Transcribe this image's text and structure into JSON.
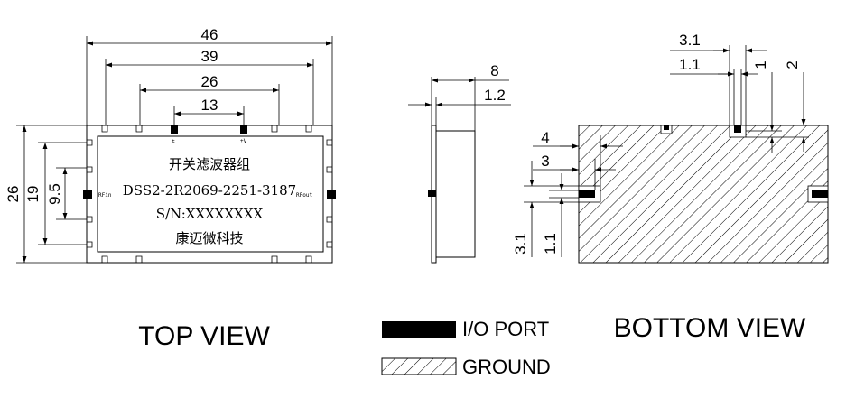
{
  "top_view": {
    "title": "TOP  VIEW",
    "dims": {
      "d46": "46",
      "d39": "39",
      "d26h": "26",
      "d13": "13",
      "d26v": "26",
      "d19": "19",
      "d95": "9.5"
    },
    "pins": {
      "rfin": "RFin",
      "rfout": "RFout",
      "pin_top_left": "±",
      "pin_top_right": "+V"
    },
    "label": {
      "line1": "开关滤波器组",
      "line2": "DSS2-2R2069-2251-3187",
      "line3": "S/N:XXXXXXXX",
      "line4": "康迈微科技"
    }
  },
  "side_view": {
    "dims": {
      "d8": "8",
      "d12": "1.2"
    }
  },
  "bottom_view": {
    "title": "BOTTOM VIEW",
    "dims": {
      "d31top": "3.1",
      "d11top": "1.1",
      "d1": "1",
      "d2": "2",
      "d4": "4",
      "d3": "3",
      "d31left": "3.1",
      "d11left": "1.1"
    }
  },
  "legend": {
    "io_port": "I/O PORT",
    "ground": "GROUND"
  },
  "colors": {
    "ink": "#000000",
    "background": "#ffffff"
  }
}
